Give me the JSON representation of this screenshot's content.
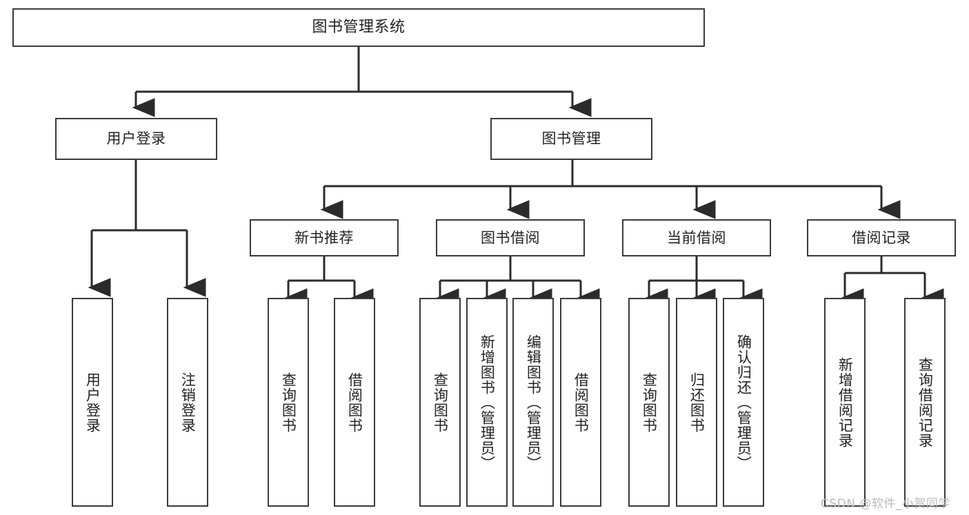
{
  "diagram": {
    "title": "图书管理系统",
    "type": "tree-structure-diagram",
    "root": {
      "label": "图书管理系统"
    },
    "level2": [
      {
        "label": "用户登录"
      },
      {
        "label": "图书管理"
      }
    ],
    "level3": [
      {
        "label": "新书推荐"
      },
      {
        "label": "图书借阅"
      },
      {
        "label": "当前借阅"
      },
      {
        "label": "借阅记录"
      }
    ],
    "leaves": {
      "user_login": [
        {
          "label": "用户登录"
        },
        {
          "label": "注销登录"
        }
      ],
      "new_book_recommend": [
        {
          "label": "查询图书"
        },
        {
          "label": "借阅图书"
        }
      ],
      "book_borrow": [
        {
          "label": "查询图书"
        },
        {
          "label": "新增图书（管理员）"
        },
        {
          "label": "编辑图书（管理员）"
        },
        {
          "label": "借阅图书"
        }
      ],
      "current_borrow": [
        {
          "label": "查询图书"
        },
        {
          "label": "归还图书"
        },
        {
          "label": "确认归还（管理员）"
        }
      ],
      "borrow_record": [
        {
          "label": "新增借阅记录"
        },
        {
          "label": "查询借阅记录"
        }
      ]
    }
  },
  "watermark": {
    "text": "CSDN @软件_小贺同学"
  },
  "colors": {
    "box_border": "#3a3a3a",
    "box_fill": "#ffffff",
    "connector": "#2b2b2b",
    "text": "#222222",
    "watermark": "#b9b9b9"
  }
}
